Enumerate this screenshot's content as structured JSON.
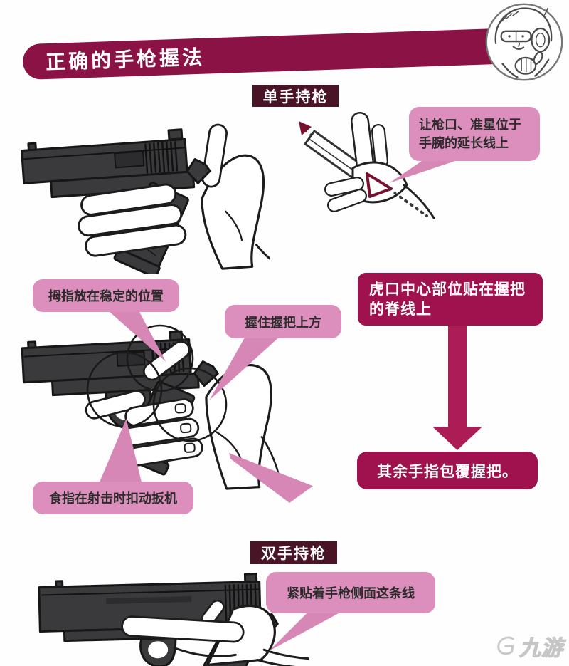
{
  "banner": {
    "title": "正确的手枪握法"
  },
  "sections": {
    "one_hand": {
      "label": "单手持枪"
    },
    "two_hand": {
      "label": "双手持枪"
    }
  },
  "callouts": {
    "alignment": {
      "line1": "让枪口、准星位于",
      "line2": "手腕的延长线上"
    },
    "thumb": {
      "text": "拇指放在稳定的位置"
    },
    "grip_top": {
      "text": "握住握把上方"
    },
    "web": {
      "line1": "虎口中心部位贴在握把",
      "line2": "的脊线上"
    },
    "fingers_wrap": {
      "text": "其余手指包覆握把。"
    },
    "index_finger": {
      "text": "食指在射击时扣动扳机"
    },
    "side_line": {
      "text": "紧贴着手枪侧面这条线"
    }
  },
  "watermark": {
    "text": "九游"
  },
  "icons": {
    "mascot": "mascot-thumbs-up-icon",
    "arrow": "down-arrow"
  },
  "colors": {
    "banner": "#8A1245",
    "section_header": "#4A1427",
    "callout_box": "#A0124D",
    "arrow": "#AC1C55",
    "bubble_pink": "#DC8FBC",
    "bubble_text": "#2b2b2b",
    "gun_fill": "#3a3a3c",
    "outline": "#1c1c1c"
  }
}
